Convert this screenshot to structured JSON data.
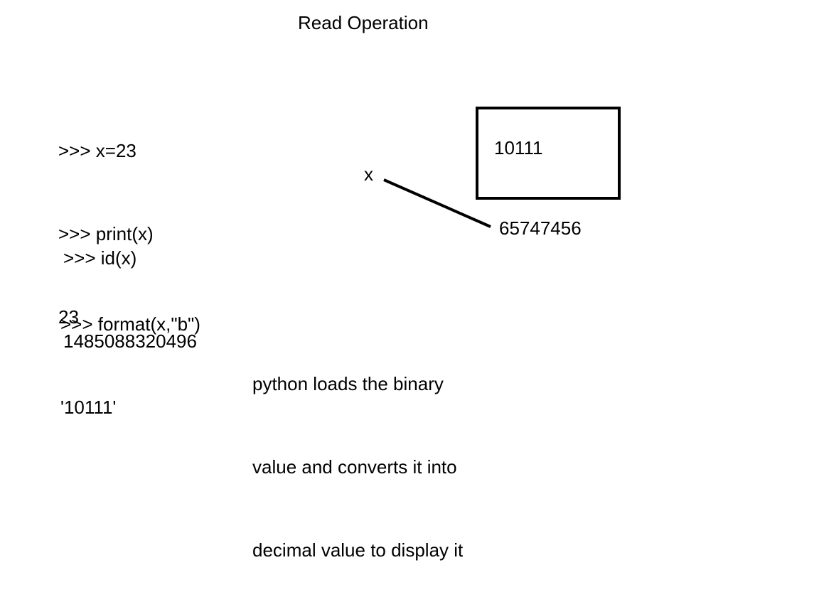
{
  "title": "Read Operation",
  "code_blocks": [
    {
      "lines": [
        ">>> x=23",
        ">>> print(x)",
        "23"
      ]
    },
    {
      "lines": [
        ">>> id(x)",
        "1485088320496"
      ]
    },
    {
      "lines": [
        ">>> format(x,\"b\")",
        "'10111'"
      ]
    }
  ],
  "memory": {
    "variable": "x",
    "stored_value": "10111",
    "address": "65747456"
  },
  "caption": {
    "lines": [
      "python loads the binary",
      "value and converts it into",
      "decimal value to display it"
    ]
  }
}
